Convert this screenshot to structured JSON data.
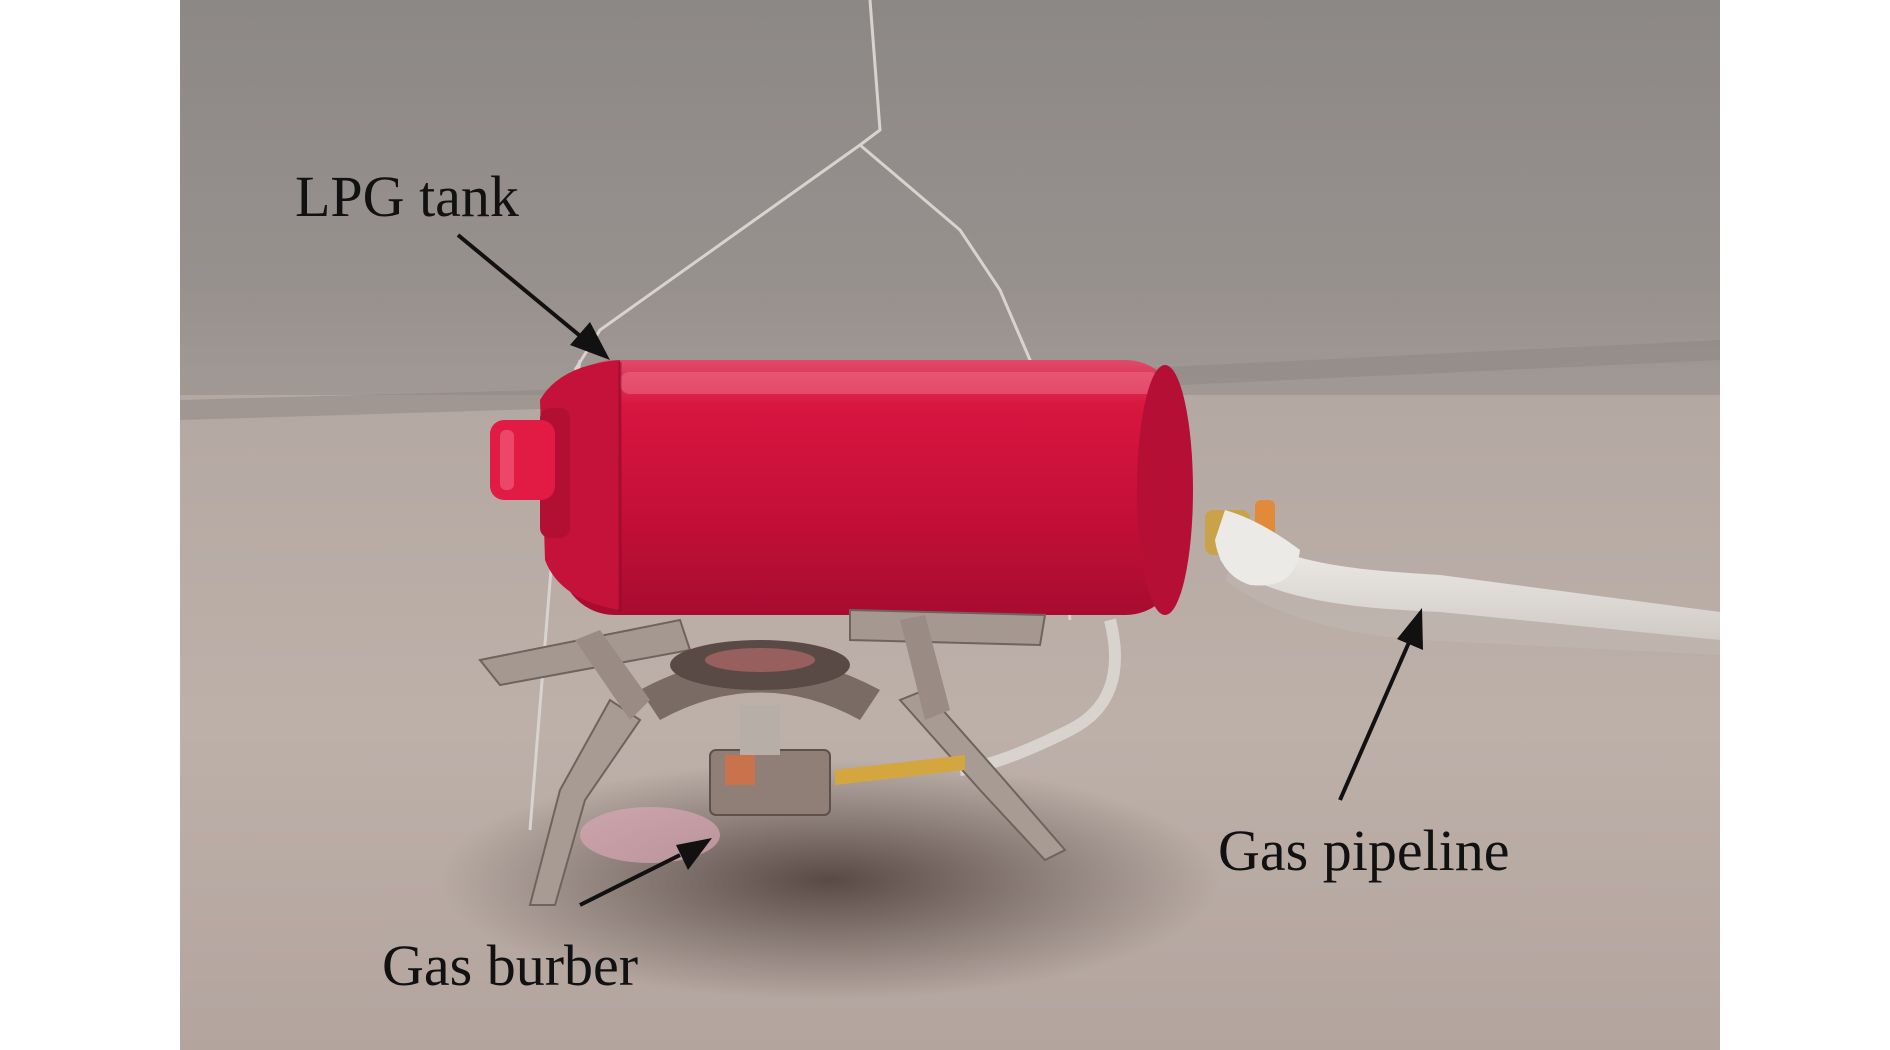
{
  "labels": {
    "lpg_tank": "LPG tank",
    "gas_pipeline": "Gas pipeline",
    "gas_burner": "Gas burber"
  },
  "colors": {
    "tank": "#c8103a",
    "cap": "#e21b45",
    "wall": "#8f8a88",
    "floor": "#b9aca5",
    "hose": "#e9e6e1",
    "metal": "#9c8f88",
    "text": "#111111"
  }
}
